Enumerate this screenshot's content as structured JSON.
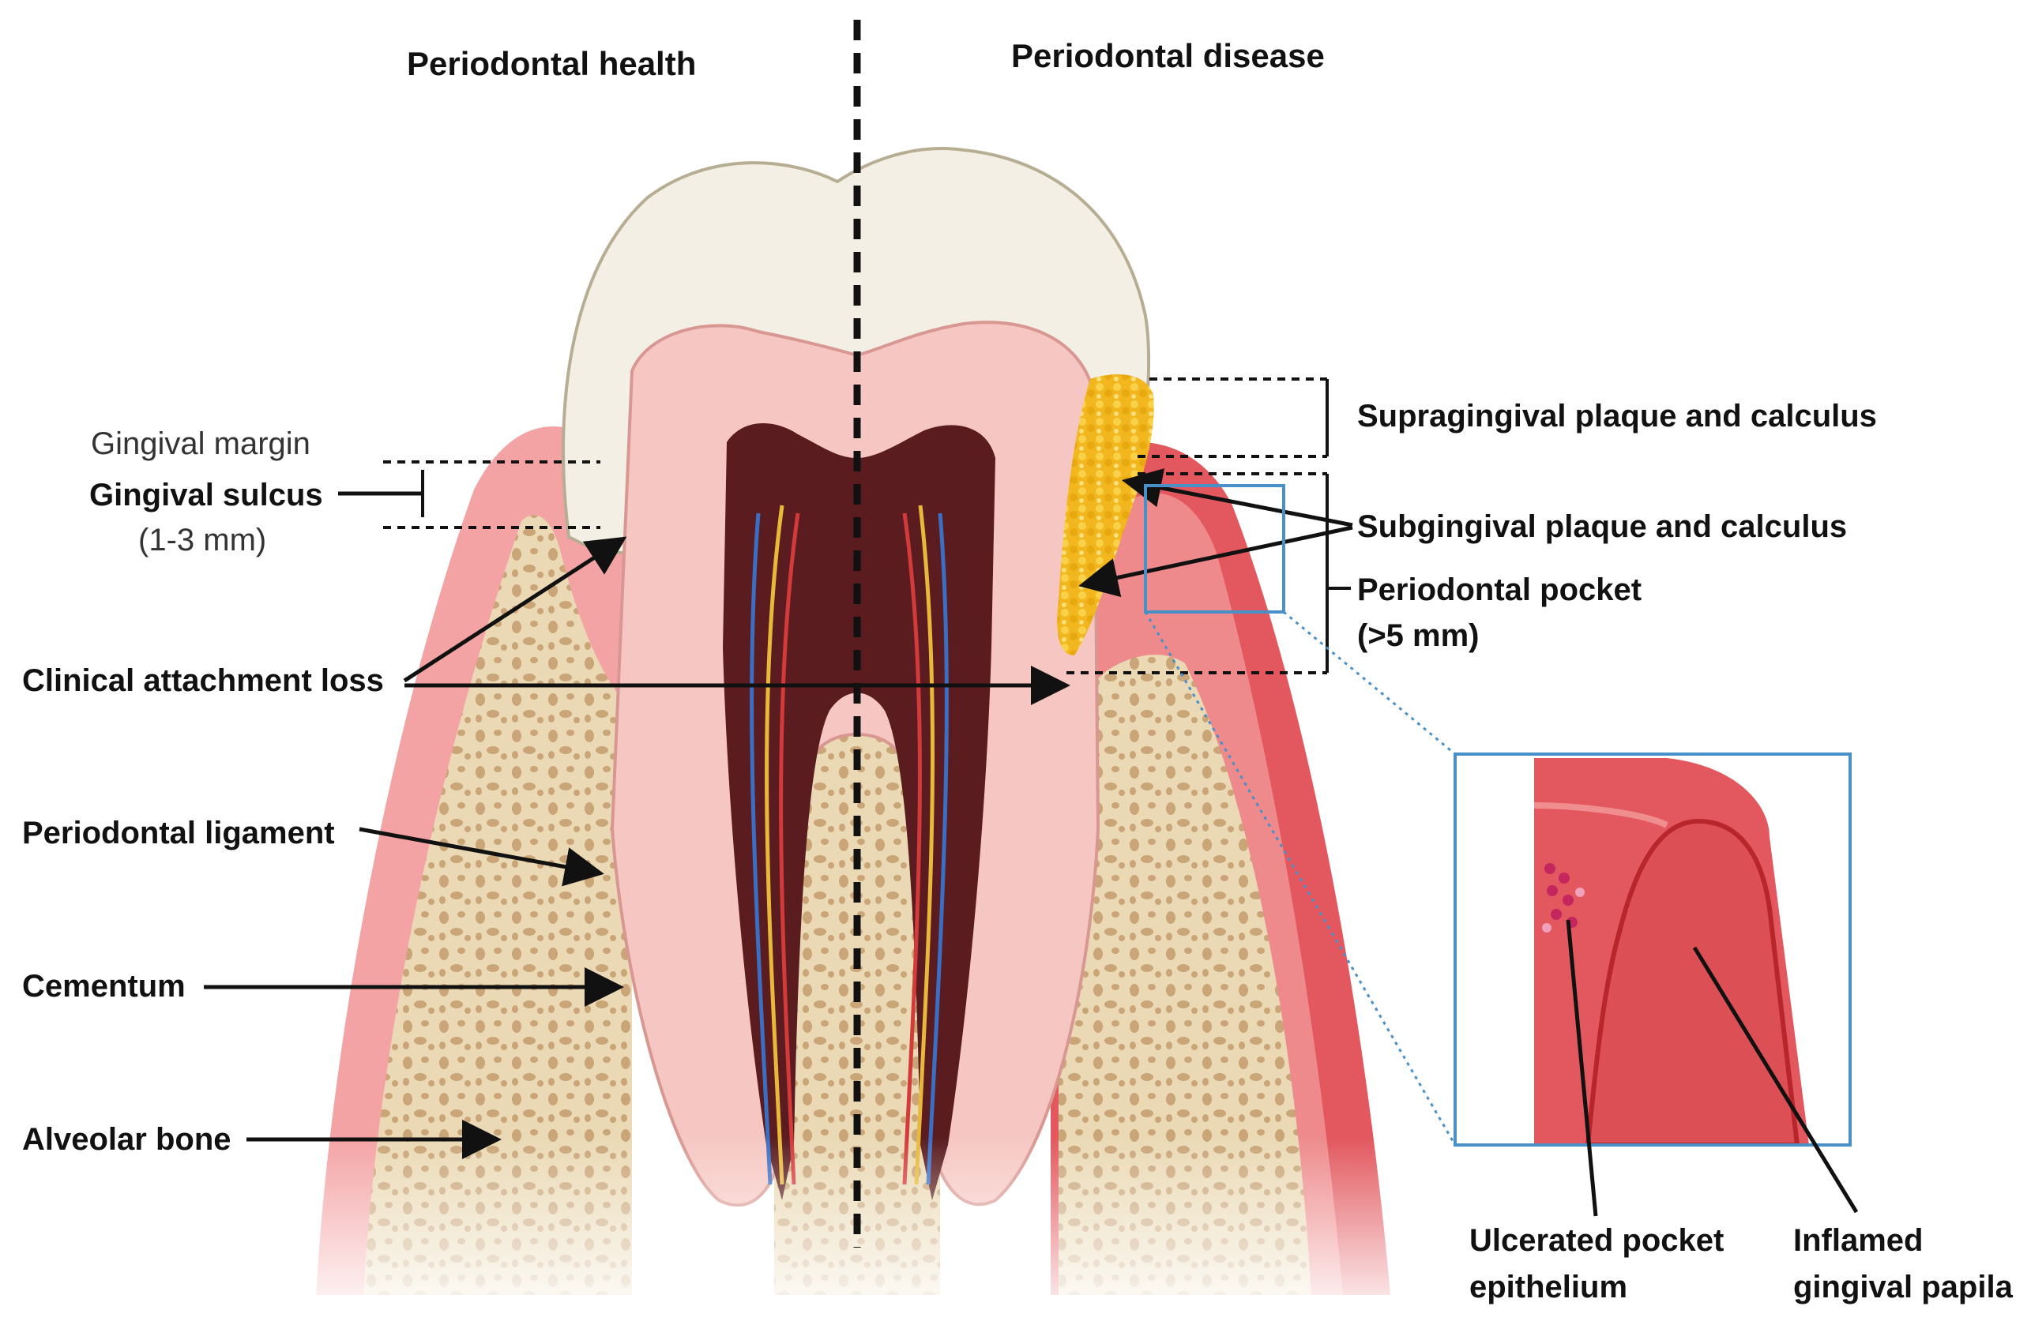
{
  "titles": {
    "left": "Periodontal health",
    "right": "Periodontal disease"
  },
  "labels": {
    "gingival_margin": "Gingival margin",
    "gingival_sulcus": "Gingival sulcus",
    "sulcus_depth": "(1-3 mm)",
    "clinical_attachment_loss": "Clinical attachment loss",
    "periodontal_ligament": "Periodontal ligament",
    "cementum": "Cementum",
    "alveolar_bone": "Alveolar bone",
    "supragingival": "Supragingival plaque and calculus",
    "subgingival": "Subgingival plaque and calculus",
    "periodontal_pocket": "Periodontal pocket",
    "pocket_depth": "(>5 mm)",
    "ulcerated_line1": "Ulcerated pocket",
    "ulcerated_line2": "epithelium",
    "inflamed_line1": "Inflamed",
    "inflamed_line2": "gingival papila"
  },
  "colors": {
    "gum_healthy": "#f4a3a5",
    "gum_inflamed": "#e2585e",
    "bone": "#ead9b4",
    "bone_pore": "#c9a577",
    "dentin": "#f6c7c2",
    "enamel": "#f3efe4",
    "pulp": "#5a1c1f",
    "calculus": "#f2b71e",
    "inset_border": "#4a90c8"
  }
}
